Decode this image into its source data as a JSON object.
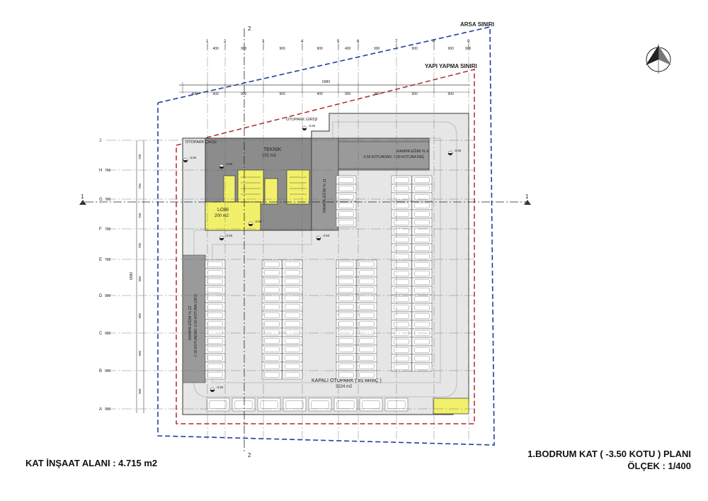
{
  "boundaries": {
    "site": "ARSA SINIRI",
    "building": "YAPI YAPMA SINIRI"
  },
  "grid": {
    "columns": [
      "1",
      "2",
      "3",
      "4",
      "5",
      "6",
      "7",
      "8",
      "9"
    ],
    "column_spacings": [
      "400",
      "900",
      "900",
      "900",
      "400",
      "900",
      "900",
      "900",
      "900"
    ],
    "rows": [
      "A",
      "B",
      "C",
      "D",
      "E",
      "F",
      "G",
      "H",
      "J"
    ],
    "row_spacings": [
      "900",
      "900",
      "900",
      "900",
      "700",
      "700",
      "700",
      "700"
    ],
    "inner_row_dims": [
      "900",
      "900",
      "900",
      "900",
      "700",
      "700",
      "700",
      "700"
    ],
    "overall_width": "6980",
    "overall_height": "6580",
    "top_dim_segments": [
      "400",
      "900",
      "900",
      "900",
      "400",
      "900",
      "900",
      "900",
      "900"
    ]
  },
  "section_marks": {
    "horizontal": "1",
    "vertical": "2"
  },
  "rooms": {
    "technical": {
      "name": "TEKNİK",
      "area": "102 m2"
    },
    "lobby": {
      "name": "LOBİ",
      "area": "200 m2"
    },
    "parking": {
      "name": "KAPALI OTOPARK ( 81 ARAÇ )",
      "area": "3224 m2"
    }
  },
  "labels": {
    "parking_entrance": "OTOPARK  GİRİŞİ",
    "parking_exit": "OTOPARK\nÇIKIŞI",
    "ramp_top_1": "RAMPA EĞİM % 9",
    "ramp_top_2": "-3.50 KOTUNDAN -7.00 KOTUNA İNİŞ",
    "ramp_mid": "RAMPA EĞİM % 11",
    "ramp_left_1": "RAMPA EĞİM % 12",
    "ramp_left_2": "-7.00 KOTUNDAN -3.50 KOTUNA ÇIKIŞ",
    "level": "-3.50"
  },
  "footer": {
    "floor_area": "KAT İNŞAAT ALANI :  4.715 m2",
    "plan_title": "1.BODRUM KAT ( -3.50 KOTU ) PLANI",
    "scale": "ÖLÇEK : 1/400"
  },
  "colors": {
    "site_boundary": "#1f3f9a",
    "building_boundary": "#b0282a",
    "floor": "#e6e6e6",
    "core": "#8c8c8c",
    "yellow": "#f2f06a",
    "grid": "#555555"
  }
}
